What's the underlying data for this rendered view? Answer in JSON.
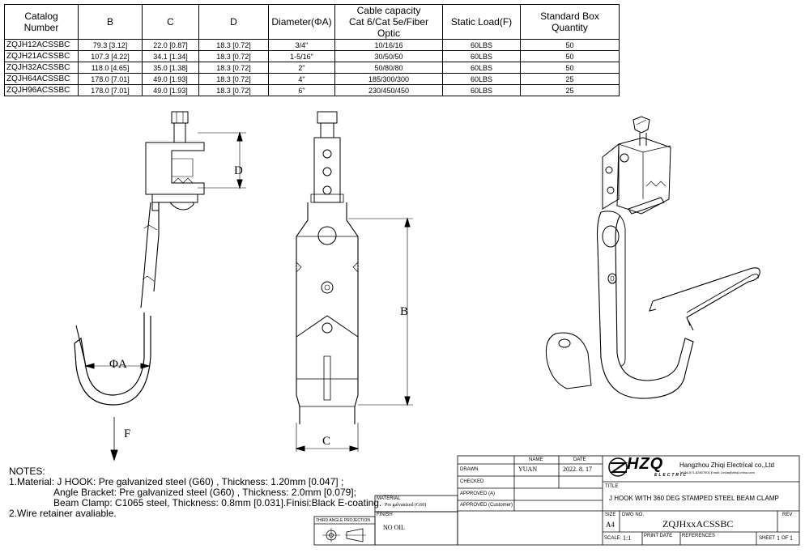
{
  "spec_table": {
    "headers": [
      "Catalog Number",
      "B",
      "C",
      "D",
      "Diameter(ΦA)",
      "Cable capacity",
      "Cat 6/Cat 5e/Fiber Optic",
      "Static Load(F)",
      "Standard Box Quantity"
    ],
    "rows": [
      [
        "ZQJH12ACSSBC",
        "79.3 [3.12]",
        "22.0 [0.87]",
        "18.3 [0.72]",
        "3/4\"",
        "10/16/16",
        "60LBS",
        "50"
      ],
      [
        "ZQJH21ACSSBC",
        "107.3 [4.22]",
        "34.1 [1.34]",
        "18.3 [0.72]",
        "1-5/16\"",
        "30/50/50",
        "60LBS",
        "50"
      ],
      [
        "ZQJH32ACSSBC",
        "118.0 [4.65]",
        "35.0 [1.38]",
        "18.3 [0.72]",
        "2\"",
        "50/80/80",
        "60LBS",
        "50"
      ],
      [
        "ZQJH64ACSSBC",
        "178.0 [7.01]",
        "49.0 [1.93]",
        "18.3 [0.72]",
        "4\"",
        "185/300/300",
        "60LBS",
        "25"
      ],
      [
        "ZQJH96ACSSBC",
        "178.0 [7.01]",
        "49.0 [1.93]",
        "18.3 [0.72]",
        "6\"",
        "230/450/450",
        "60LBS",
        "25"
      ]
    ]
  },
  "dimension_labels": {
    "d": "D",
    "phi_a": "ΦA",
    "f": "F",
    "b": "B",
    "c": "C"
  },
  "notes": {
    "title": "NOTES:",
    "line1": "1.Material: J HOOK: Pre galvanized steel (G60) , Thickness: 1.20mm [0.047] ;",
    "line2": "Angle Bracket: Pre galvanized steel (G60) , Thickness: 2.0mm [0.079];",
    "line3": "Beam Clamp: C1065 steel, Thickness: 0.8mm [0.031].Finisi:Black E-coating.",
    "line4": "2.Wire retainer avaliable."
  },
  "title_block": {
    "col_name": "NAME",
    "col_date": "DATE",
    "drawn_label": "DRAWN",
    "drawn_name": "YUAN",
    "drawn_date": "2022. 8. 17",
    "checked_label": "CHECKED",
    "approved_label": "APPROVED (A)",
    "approved_customer_label": "APPROVED (Customer)",
    "material_label": "MATERIAL",
    "material_value": "Pre galvanized (G60)",
    "finish_label": "FINISH",
    "finish_value": "NO OIL",
    "projection_label": "THIRD ANGLE PROJECTION",
    "logo_text": "HZQ",
    "logo_sub": "ELECTRIC",
    "company_name": "Hangzhou Zhiqi Electrical co.,Ltd",
    "company_contact": "Tel:86-571-82807601 Email: Linda@zhiqi-china.com",
    "title_label": "TITLE",
    "title_value": "J HOOK WITH 360 DEG STAMPED STEEL BEAM CLAMP",
    "size_label": "SIZE",
    "dwg_label": "DWG NO.",
    "rev_label": "REV",
    "size_value": "A4",
    "dwg_value": "ZQJHxxACSSBC",
    "scale_label": "SCALE:",
    "scale_value": "1:1",
    "print_date_label": "PRINT DATE",
    "references_label": "REFERENCES",
    "sheet_label": "SHEET",
    "sheet_value": "1",
    "of_label": "OF",
    "of_value": "1"
  }
}
